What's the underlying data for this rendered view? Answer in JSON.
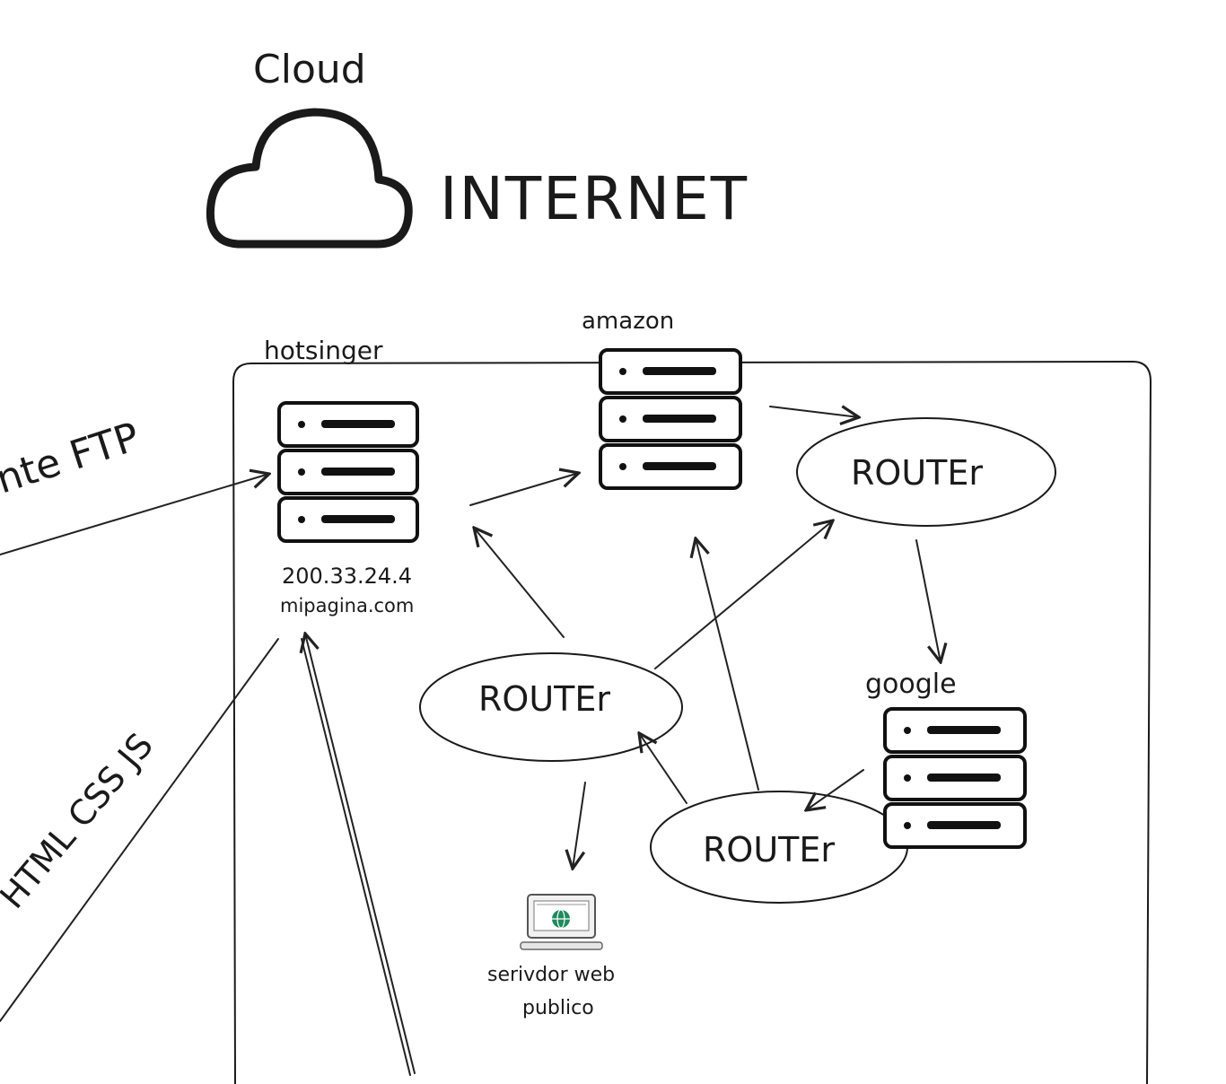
{
  "labels": {
    "cloud": "Cloud",
    "internet": "INTERNET",
    "ftp": "nte FTP",
    "html_css_js": "HTML CSS JS",
    "hotsinger": "hotsinger",
    "amazon": "amazon",
    "google": "google",
    "ip": "200.33.24.4",
    "domain": "mipagina.com",
    "router_1": "ROUTEr",
    "router_2": "ROUTEr",
    "router_3": "ROUTEr",
    "server_label_1": "serivdor web",
    "server_label_2": "publico"
  },
  "icons": [
    "cloud-icon",
    "server-rack-icon",
    "computer-monitor-icon",
    "globe-icon"
  ],
  "colors": {
    "ink": "#1a1a1a",
    "background": "#ffffff",
    "globe": "#1f8a5c"
  }
}
